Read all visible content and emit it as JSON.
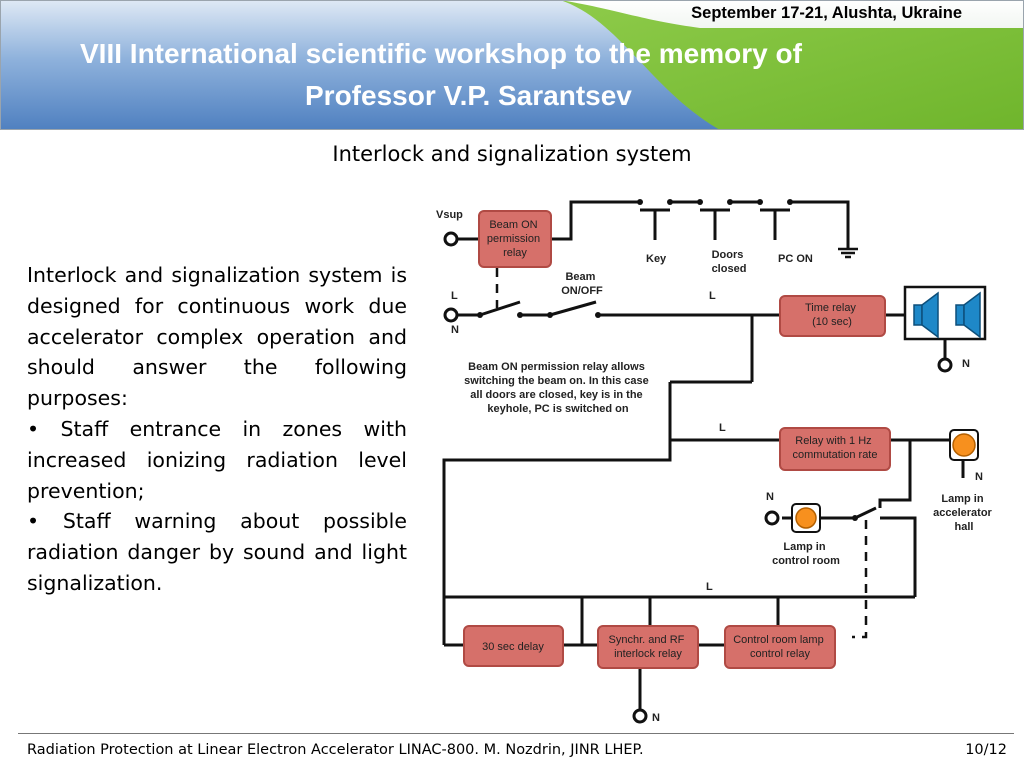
{
  "header": {
    "date_location": "September 17-21, Alushta, Ukraine",
    "title_line1": "VIII International scientific workshop to the memory of",
    "title_line2": "Professor V.P. Sarantsev"
  },
  "slide": {
    "title": "Interlock and signalization system",
    "paragraph": "Interlock and signalization system is designed for continuous work due accelerator complex operation and should answer the following purposes:",
    "bullets": [
      "• Staff entrance in zones with increased ionizing radiation level prevention;",
      "• Staff warning about possible radiation danger by sound and light signalization."
    ]
  },
  "diagram": {
    "vsup": "Vsup",
    "beam_on_relay": [
      "Beam ON",
      "permission",
      "relay"
    ],
    "key": "Key",
    "doors_closed": [
      "Doors",
      "closed"
    ],
    "pc_on": "PC ON",
    "beam_onoff": [
      "Beam",
      "ON/OFF"
    ],
    "l": "L",
    "n": "N",
    "time_relay": [
      "Time relay",
      "(10 sec)"
    ],
    "note": [
      "Beam ON permission relay allows",
      "switching the beam on. In this case",
      "all doors are closed, key is in the",
      "keyhole, PC is switched on"
    ],
    "relay_1hz": [
      "Relay with 1 Hz",
      "commutation rate"
    ],
    "lamp_hall": [
      "Lamp in",
      "accelerator",
      "hall"
    ],
    "lamp_control": [
      "Lamp in",
      "control room"
    ],
    "delay_30": "30 sec delay",
    "synchr_rf": [
      "Synchr. and RF",
      "interlock relay"
    ],
    "control_lamp_relay": [
      "Control room lamp",
      "control relay"
    ],
    "colors": {
      "box_fill": "#d6706a",
      "box_stroke": "#b04a44",
      "lamp": "#f7901e",
      "speaker": "#1e88c8"
    }
  },
  "footer": {
    "left": "Radiation Protection at Linear Electron Accelerator LINAC-800. M. Nozdrin, JINR LHEP.",
    "page": "10/12"
  }
}
